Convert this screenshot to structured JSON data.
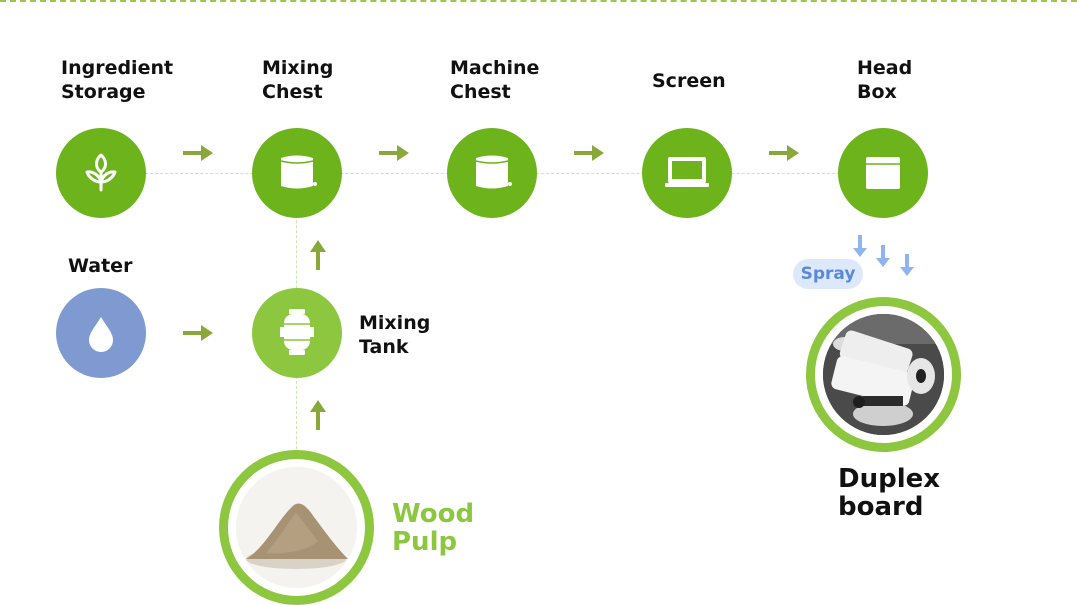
{
  "stages": {
    "ingredient_storage": "Ingredient\nStorage",
    "mixing_chest": "Mixing\nChest",
    "machine_chest": "Machine\nChest",
    "screen": "Screen",
    "head_box": "Head\nBox",
    "water": "Water",
    "mixing_tank": "Mixing\nTank"
  },
  "inputs": {
    "wood_pulp": "Wood\nPulp"
  },
  "outputs": {
    "duplex_board": "Duplex\nboard"
  },
  "spray": "Spray",
  "colors": {
    "accent_green": "#6cb31c",
    "light_green": "#8dc63f",
    "water_blue": "#7f9ad1",
    "arrow_green": "#8aa83a",
    "spray_blue": "#8fb4f0"
  },
  "icons": [
    "plant-icon",
    "tank-icon",
    "tank-icon",
    "monitor-icon",
    "box-icon",
    "water-drop-icon",
    "vessel-icon"
  ]
}
